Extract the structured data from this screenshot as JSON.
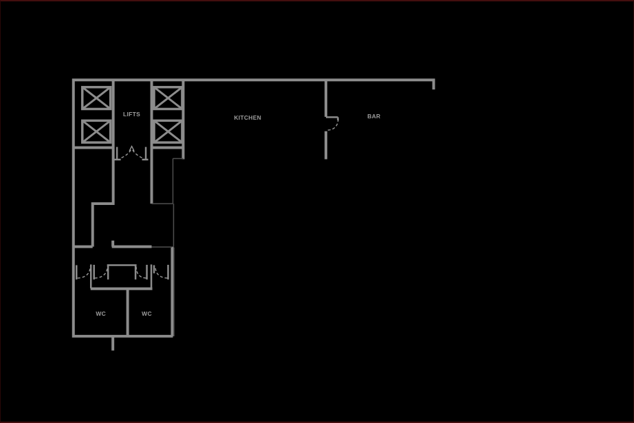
{
  "drawing": {
    "type": "architectural-floor-plan",
    "labels": {
      "lifts": "LIFTS",
      "kitchen": "KITCHEN",
      "bar": "BAR",
      "wc_left": "WC",
      "wc_right": "WC"
    }
  },
  "colors": {
    "background": "#000000",
    "wall": "#8c8c8c",
    "wall_dark": "#4f4f4f",
    "arc": "#9a9a9a",
    "text": "#9c9c9c",
    "border_top": "#440e0e",
    "border_side": "#2a0808"
  }
}
